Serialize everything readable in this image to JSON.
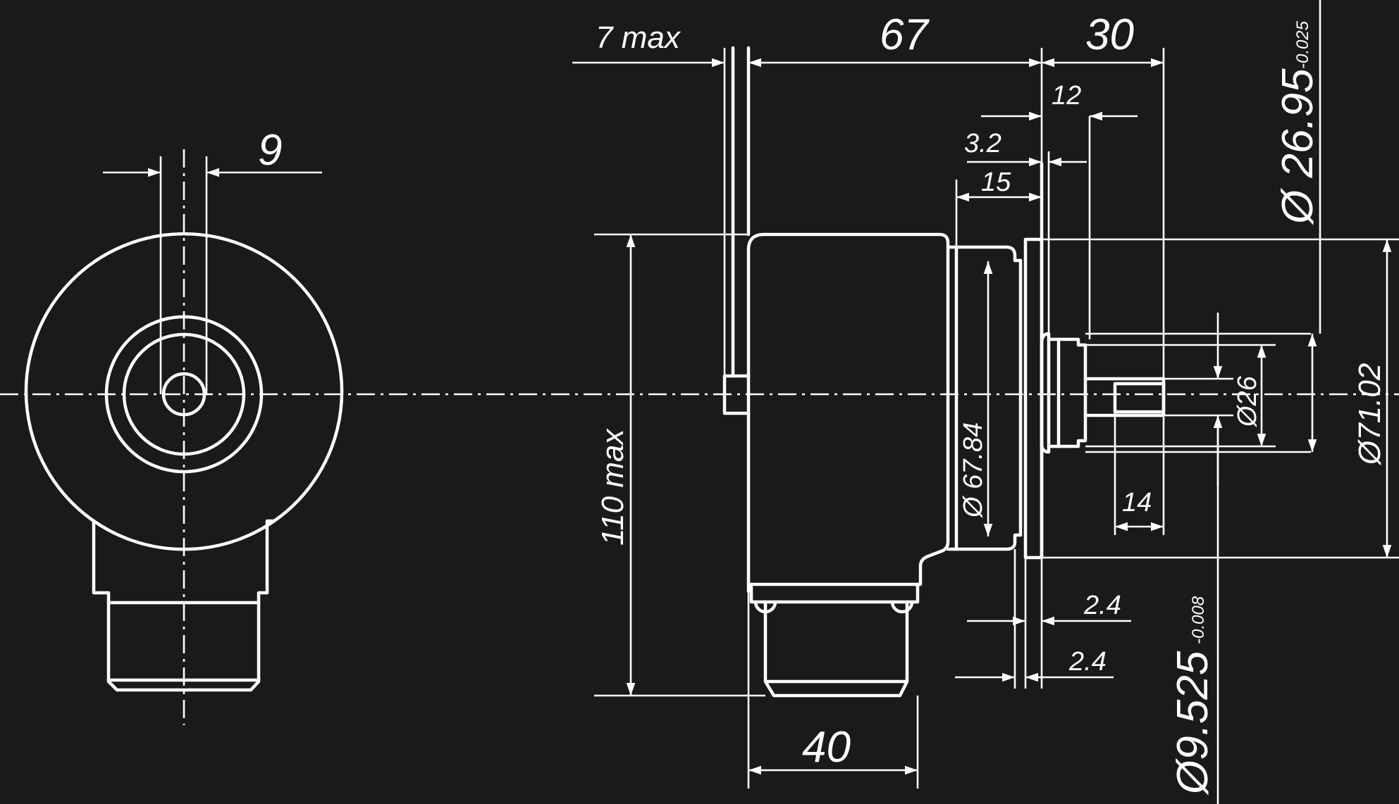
{
  "background": "#1a1a1a",
  "line_color": "#ffffff",
  "front_view": {
    "dim_slot": "9"
  },
  "side_view": {
    "dim_7max": "7 max",
    "dim_67": "67",
    "dim_30": "30",
    "dim_12": "12",
    "dim_3_2": "3.2",
    "dim_15": "15",
    "dim_110max": "110 max",
    "dim_d67_84": "Ø 67.84",
    "dim_d26": "Ø26",
    "dim_d71_02": "Ø71.02",
    "dim_14": "14",
    "dim_2_4_a": "2.4",
    "dim_2_4_b": "2.4",
    "dim_40": "40",
    "dim_d26_95": "Ø 26.95",
    "tol_26_95": "-0.025",
    "dim_d9_525": "Ø9.525",
    "tol_9_525": "-0.008"
  }
}
